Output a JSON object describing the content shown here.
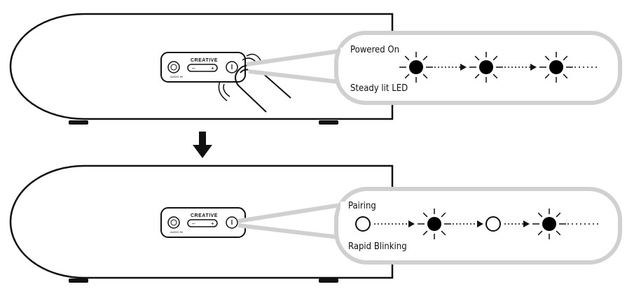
{
  "brand": "CREATIVE",
  "panel_top": {
    "title": "Powered On",
    "subtitle": "Steady lit LED",
    "sequence": [
      "lit",
      "lit",
      "lit"
    ]
  },
  "panel_bottom": {
    "title": "Pairing",
    "subtitle": "Rapid Blinking",
    "sequence": [
      "off",
      "lit",
      "off",
      "lit"
    ]
  },
  "colors": {
    "outline": "#111111",
    "callout": "#cfcfcf",
    "led_on": "#000000",
    "background": "#ffffff"
  },
  "icons": [
    "press-hand-icon",
    "down-arrow-icon",
    "led-lit-icon",
    "led-off-icon"
  ]
}
